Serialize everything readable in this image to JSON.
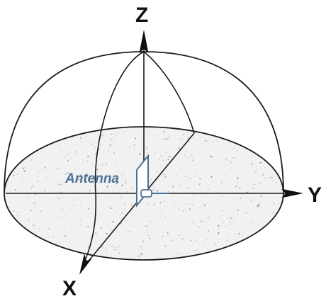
{
  "axes": {
    "z_label": "Z",
    "y_label": "Y",
    "x_label": "X"
  },
  "antenna": {
    "label": "Antenna"
  },
  "colors": {
    "outline": "#1a1a1a",
    "ground_fill": "#f1f1f1",
    "speckle": "#8a8a8a",
    "antenna": "#4b7296",
    "label": "#4b7296"
  }
}
